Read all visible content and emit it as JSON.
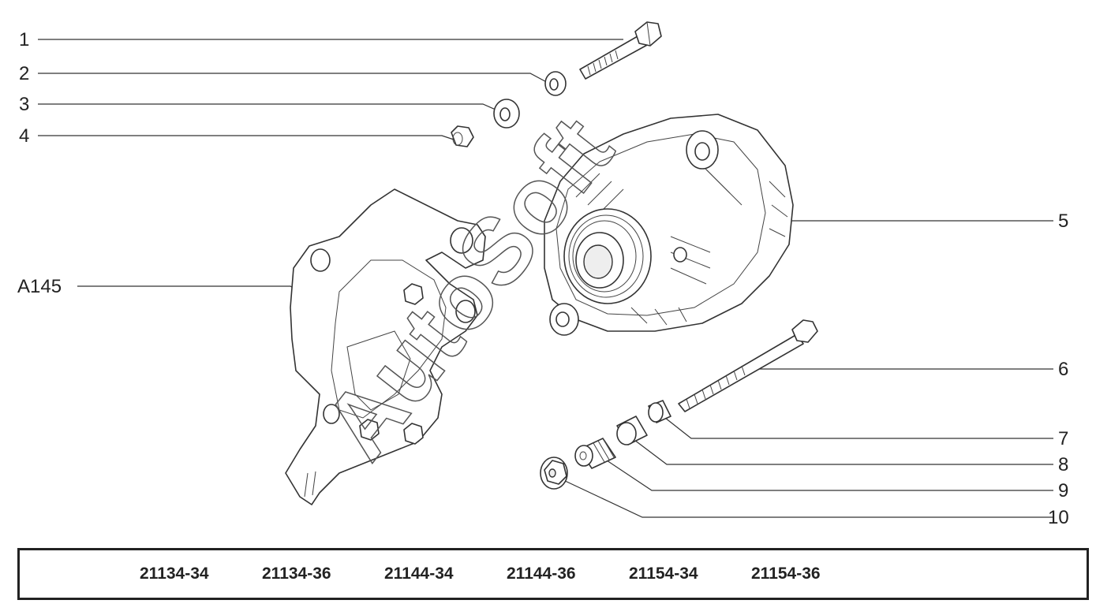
{
  "callouts": {
    "c1": "1",
    "c2": "2",
    "c3": "3",
    "c4": "4",
    "c5": "5",
    "c6": "6",
    "c7": "7",
    "c8": "8",
    "c9": "9",
    "c10": "10",
    "a145": "A145"
  },
  "watermark": "AutoSoft",
  "part_numbers": [
    "21134-34",
    "21134-36",
    "21144-34",
    "21144-36",
    "21154-34",
    "21154-36"
  ]
}
